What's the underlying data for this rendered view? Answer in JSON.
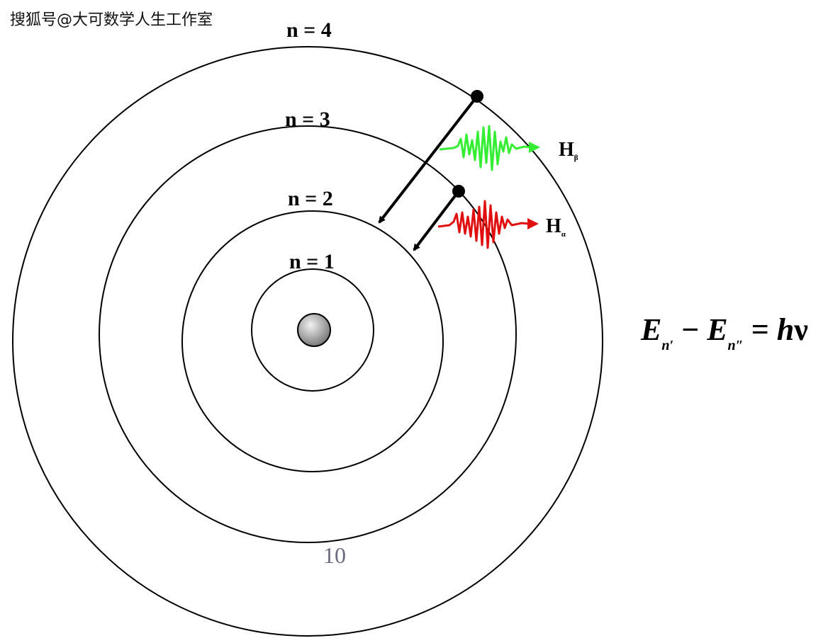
{
  "watermark": "搜狐号@大可数学人生工作室",
  "levels": [
    {
      "label": "n = 1"
    },
    {
      "label": "n = 2"
    },
    {
      "label": "n = 3"
    },
    {
      "label": "n = 4"
    }
  ],
  "transitions": [
    {
      "line_letter": "H",
      "line_sub": "β",
      "color": "#22dd22"
    },
    {
      "line_letter": "H",
      "line_sub": "α",
      "color": "#e01010"
    }
  ],
  "formula": {
    "e1": "E",
    "sub1": "n′",
    "minus": " − ",
    "e2": "E",
    "sub2": "n″",
    "equals": " = ",
    "h": "h",
    "nu": "ν"
  },
  "page_number": "10",
  "colors": {
    "nucleus_light": "#f2f2f2",
    "nucleus_dark": "#7a7a7a"
  }
}
